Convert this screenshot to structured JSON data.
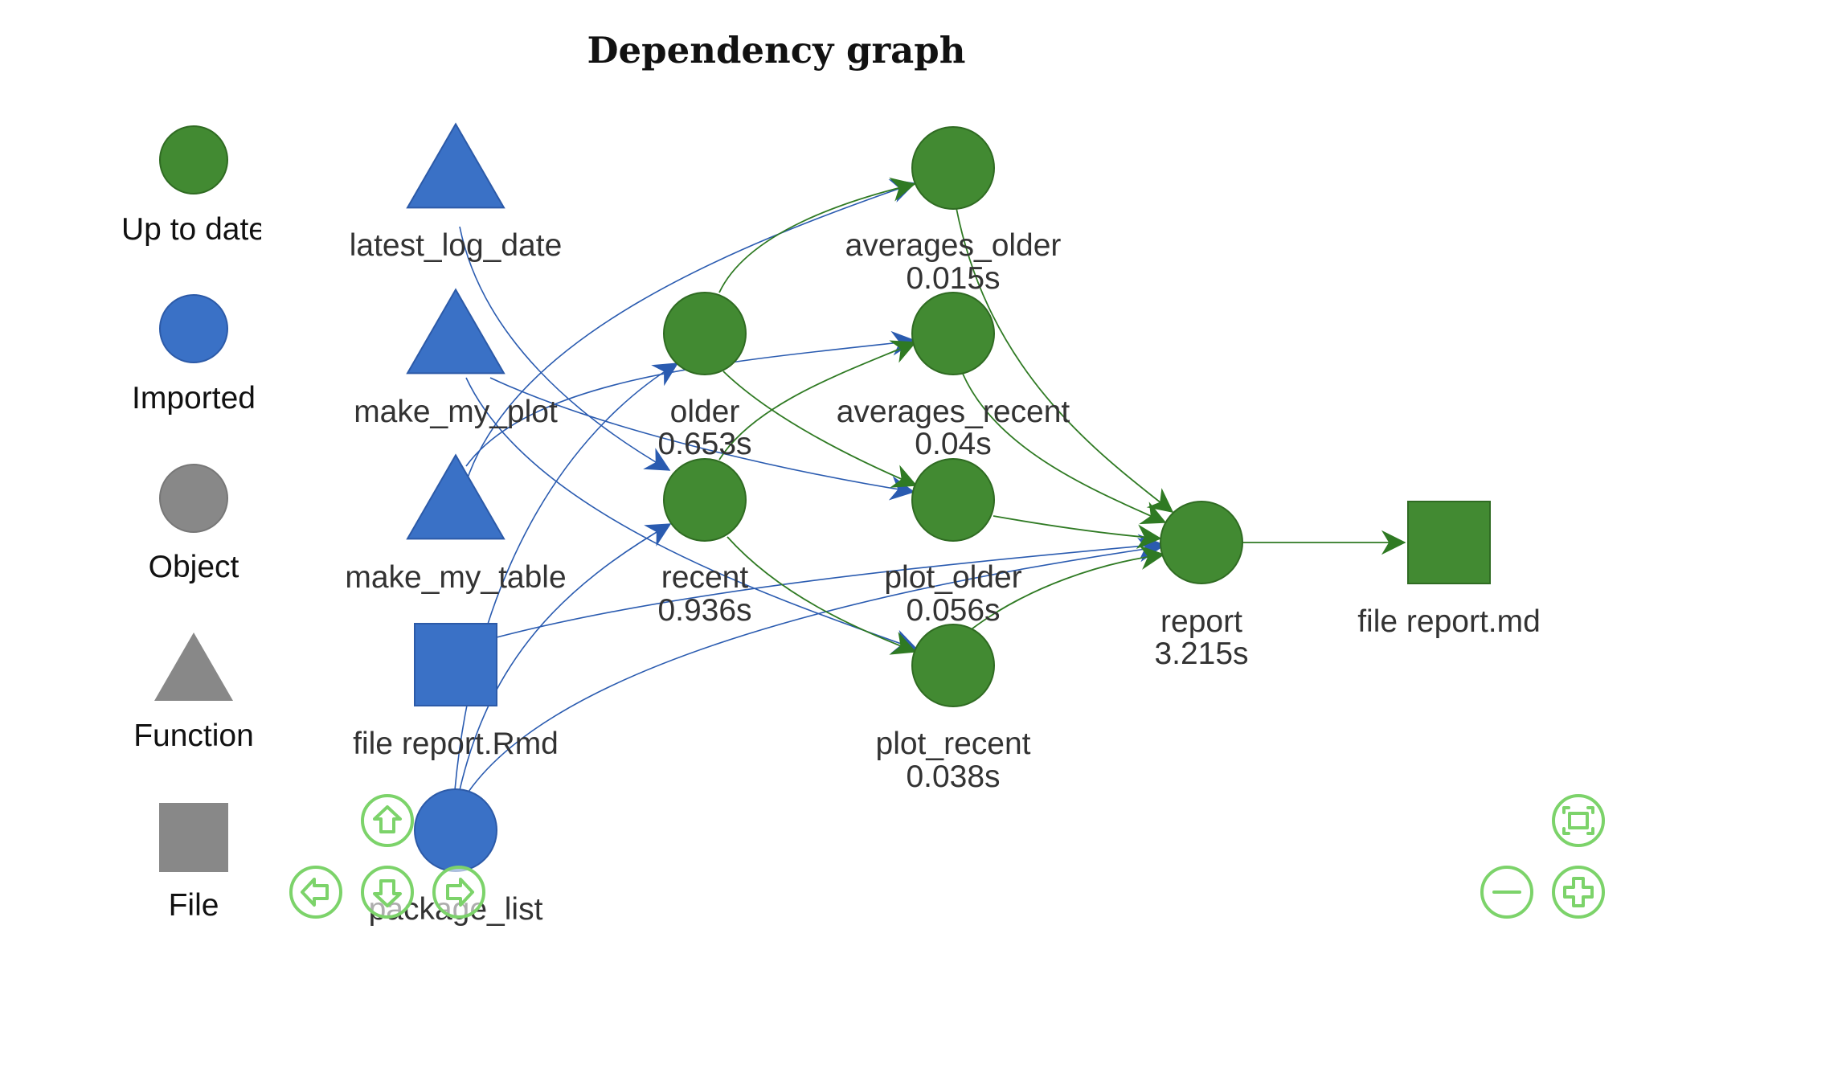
{
  "title": "Dependency graph",
  "colors": {
    "up_to_date": "#428A32",
    "up_to_date_stroke": "#2F6B22",
    "imported": "#3A71C6",
    "imported_stroke": "#2C5AA8",
    "object": "#888888",
    "function": "#888888",
    "file": "#888888",
    "edge_blue": "#2A5BB0",
    "edge_green": "#2F7A23",
    "nav": "#7CD36A"
  },
  "legend": [
    {
      "id": "legend-up-to-date",
      "shape": "circle",
      "color": "up_to_date",
      "label": "Up to date"
    },
    {
      "id": "legend-imported",
      "shape": "circle",
      "color": "imported",
      "label": "Imported"
    },
    {
      "id": "legend-object",
      "shape": "circle",
      "color": "object",
      "label": "Object"
    },
    {
      "id": "legend-function",
      "shape": "triangle",
      "color": "function",
      "label": "Function"
    },
    {
      "id": "legend-file",
      "shape": "square",
      "color": "file",
      "label": "File"
    }
  ],
  "nodes": [
    {
      "id": "latest_log_date",
      "shape": "triangle",
      "status": "imported",
      "label": "latest_log_date"
    },
    {
      "id": "make_my_plot",
      "shape": "triangle",
      "status": "imported",
      "label": "make_my_plot"
    },
    {
      "id": "make_my_table",
      "shape": "triangle",
      "status": "imported",
      "label": "make_my_table"
    },
    {
      "id": "file_report_rmd",
      "shape": "square",
      "status": "imported",
      "label": "file report.Rmd"
    },
    {
      "id": "package_list",
      "shape": "circle",
      "status": "imported",
      "label": "package_list"
    },
    {
      "id": "older",
      "shape": "circle",
      "status": "up_to_date",
      "label": "older",
      "time": "0.653s"
    },
    {
      "id": "recent",
      "shape": "circle",
      "status": "up_to_date",
      "label": "recent",
      "time": "0.936s"
    },
    {
      "id": "averages_older",
      "shape": "circle",
      "status": "up_to_date",
      "label": "averages_older",
      "time": "0.015s"
    },
    {
      "id": "averages_recent",
      "shape": "circle",
      "status": "up_to_date",
      "label": "averages_recent",
      "time": "0.04s"
    },
    {
      "id": "plot_older",
      "shape": "circle",
      "status": "up_to_date",
      "label": "plot_older",
      "time": "0.056s"
    },
    {
      "id": "plot_recent",
      "shape": "circle",
      "status": "up_to_date",
      "label": "plot_recent",
      "time": "0.038s"
    },
    {
      "id": "report",
      "shape": "circle",
      "status": "up_to_date",
      "label": "report",
      "time": "3.215s"
    },
    {
      "id": "file_report_md",
      "shape": "square",
      "status": "up_to_date",
      "label": "file report.md"
    }
  ],
  "edges": [
    {
      "from": "latest_log_date",
      "to": "recent"
    },
    {
      "from": "make_my_plot",
      "to": "plot_older"
    },
    {
      "from": "make_my_plot",
      "to": "plot_recent"
    },
    {
      "from": "make_my_table",
      "to": "averages_older"
    },
    {
      "from": "make_my_table",
      "to": "averages_recent"
    },
    {
      "from": "file_report_rmd",
      "to": "report"
    },
    {
      "from": "package_list",
      "to": "older"
    },
    {
      "from": "package_list",
      "to": "recent"
    },
    {
      "from": "package_list",
      "to": "report"
    },
    {
      "from": "older",
      "to": "averages_older"
    },
    {
      "from": "older",
      "to": "plot_older"
    },
    {
      "from": "recent",
      "to": "averages_recent"
    },
    {
      "from": "recent",
      "to": "plot_recent"
    },
    {
      "from": "averages_older",
      "to": "report"
    },
    {
      "from": "averages_recent",
      "to": "report"
    },
    {
      "from": "plot_older",
      "to": "report"
    },
    {
      "from": "plot_recent",
      "to": "report"
    },
    {
      "from": "report",
      "to": "file_report_md"
    }
  ],
  "navigation": [
    {
      "id": "nav-up-button",
      "icon": "arrow-up-icon"
    },
    {
      "id": "nav-left-button",
      "icon": "arrow-left-icon"
    },
    {
      "id": "nav-down-button",
      "icon": "arrow-down-icon"
    },
    {
      "id": "nav-right-button",
      "icon": "arrow-right-icon"
    },
    {
      "id": "zoom-fit-button",
      "icon": "zoom-extends-icon"
    },
    {
      "id": "zoom-out-button",
      "icon": "minus-icon"
    },
    {
      "id": "zoom-in-button",
      "icon": "plus-icon"
    }
  ]
}
